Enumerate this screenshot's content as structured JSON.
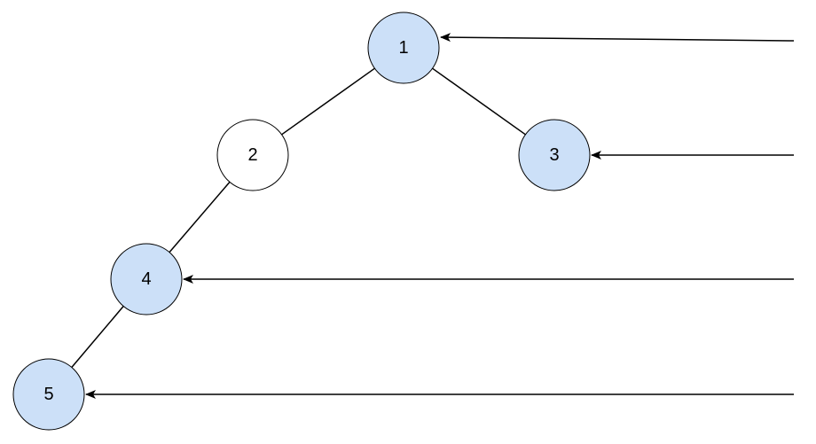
{
  "nodes": [
    {
      "id": "1",
      "label": "1",
      "highlighted": true
    },
    {
      "id": "2",
      "label": "2",
      "highlighted": false
    },
    {
      "id": "3",
      "label": "3",
      "highlighted": true
    },
    {
      "id": "4",
      "label": "4",
      "highlighted": true
    },
    {
      "id": "5",
      "label": "5",
      "highlighted": true
    }
  ],
  "edges": [
    {
      "from": "1",
      "to": "2"
    },
    {
      "from": "1",
      "to": "3"
    },
    {
      "from": "2",
      "to": "4"
    },
    {
      "from": "4",
      "to": "5"
    }
  ],
  "arrows": [
    {
      "target": "1"
    },
    {
      "target": "3"
    },
    {
      "target": "4"
    },
    {
      "target": "5"
    }
  ],
  "colors": {
    "highlight_fill": "#cce0f8",
    "plain_fill": "#ffffff",
    "stroke": "#000000"
  }
}
